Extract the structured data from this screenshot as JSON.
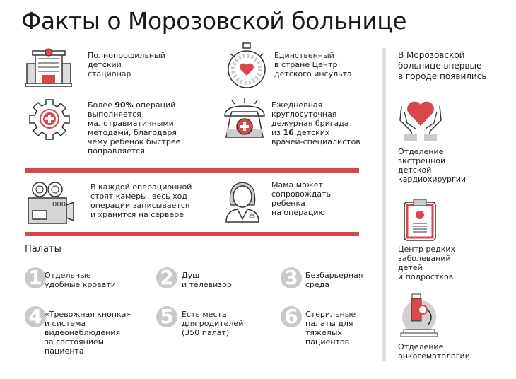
{
  "title": "Факты о Морозовской больнице",
  "facts": [
    {
      "icon": "hospital-building-icon",
      "lines": [
        "Полнопрофильный",
        "детский",
        "стационар"
      ]
    },
    {
      "icon": "stopwatch-heart-icon",
      "lines": [
        "Единственный",
        "в стране Центр",
        "детского инсульта"
      ]
    },
    {
      "icon": "gear-medical-icon",
      "pre": "Более ",
      "bold": "90%",
      "post": " операций",
      "lines": [
        "выполняется",
        "малотравматичными",
        "методами, благодаря",
        "чему ребенок быстрее",
        "поправляется"
      ]
    },
    {
      "icon": "phone-medical-icon",
      "lines": [
        "Ежедневная",
        "круглосуточная",
        "дежурная бригада"
      ],
      "pre": "из ",
      "bold": "16",
      "post": " детских",
      "last": "врачей-специалистов"
    },
    {
      "icon": "film-camera-icon",
      "lines": [
        "В каждой операционной",
        "стоят камеры, весь ход",
        "операции записывается",
        "и хранится на сервере"
      ],
      "camera_counter": "000"
    },
    {
      "icon": "mother-icon",
      "lines": [
        "Мама может",
        "сопровождать",
        "ребенка",
        "на операцию"
      ]
    }
  ],
  "wards": {
    "heading": "Палаты",
    "items": [
      {
        "number": "1",
        "lines": [
          "Отдельные",
          "удобные кровати"
        ]
      },
      {
        "number": "2",
        "lines": [
          "Душ",
          "и телевизор"
        ]
      },
      {
        "number": "3",
        "lines": [
          "Безбарьерная",
          "среда"
        ]
      },
      {
        "number": "4",
        "lines": [
          "«Тревожная кнопка»",
          "и система",
          "видеонаблюдения",
          "за состоянием",
          "пациента"
        ]
      },
      {
        "number": "5",
        "lines": [
          "Есть места",
          "для родителей",
          "(350 палат)"
        ]
      },
      {
        "number": "6",
        "lines": [
          "Стерильные",
          "палаты для",
          "тяжелых",
          "пациентов"
        ]
      }
    ]
  },
  "sidebar": {
    "heading": [
      "В Морозовской",
      "больнице впервые",
      "в городе появились"
    ],
    "items": [
      {
        "icon": "hands-heart-icon",
        "lines": [
          "Отделение",
          "экстренной",
          "детской",
          "кардиохирургии"
        ]
      },
      {
        "icon": "clipboard-icon",
        "lines": [
          "Центр редких",
          "заболеваний",
          "детей",
          "и подростков"
        ]
      },
      {
        "icon": "microscope-icon",
        "lines": [
          "Отделение",
          "онкогематологии"
        ]
      }
    ]
  },
  "colors": {
    "accent": "#d9474b",
    "gray": "#c9c9c9",
    "text": "#222222"
  }
}
